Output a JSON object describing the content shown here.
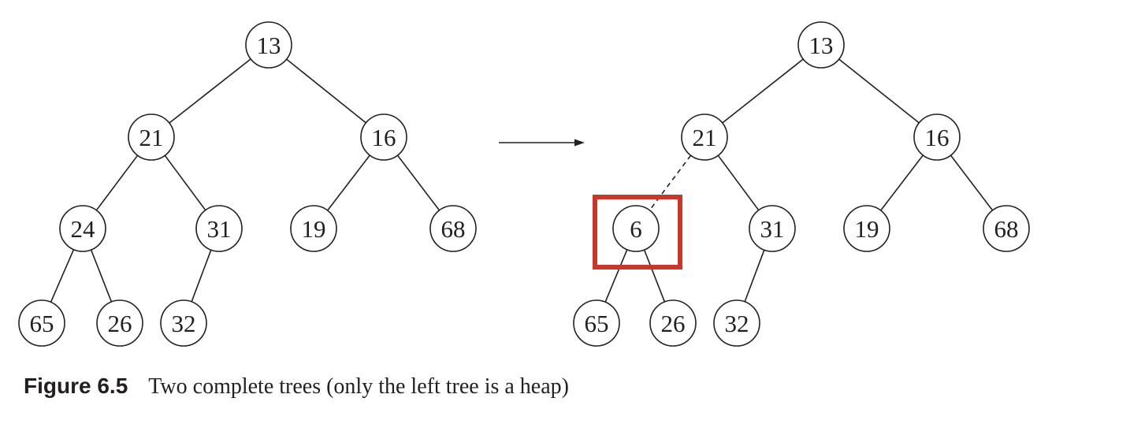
{
  "colors": {
    "ink": "#231f20",
    "highlight": "#c8372a"
  },
  "trees": [
    {
      "id": "left",
      "nodes": [
        {
          "id": "a",
          "label": "13"
        },
        {
          "id": "b",
          "label": "21"
        },
        {
          "id": "c",
          "label": "16"
        },
        {
          "id": "d",
          "label": "24"
        },
        {
          "id": "e",
          "label": "31"
        },
        {
          "id": "f",
          "label": "19"
        },
        {
          "id": "g",
          "label": "68"
        },
        {
          "id": "h",
          "label": "65"
        },
        {
          "id": "i",
          "label": "26"
        },
        {
          "id": "j",
          "label": "32"
        }
      ]
    },
    {
      "id": "right",
      "nodes": [
        {
          "id": "a",
          "label": "13"
        },
        {
          "id": "b",
          "label": "21"
        },
        {
          "id": "c",
          "label": "16"
        },
        {
          "id": "d",
          "label": "6"
        },
        {
          "id": "e",
          "label": "31"
        },
        {
          "id": "f",
          "label": "19"
        },
        {
          "id": "g",
          "label": "68"
        },
        {
          "id": "h",
          "label": "65"
        },
        {
          "id": "i",
          "label": "26"
        },
        {
          "id": "j",
          "label": "32"
        }
      ]
    }
  ],
  "caption": {
    "label": "Figure 6.5",
    "text": "Two complete trees (only the left tree is a heap)"
  }
}
